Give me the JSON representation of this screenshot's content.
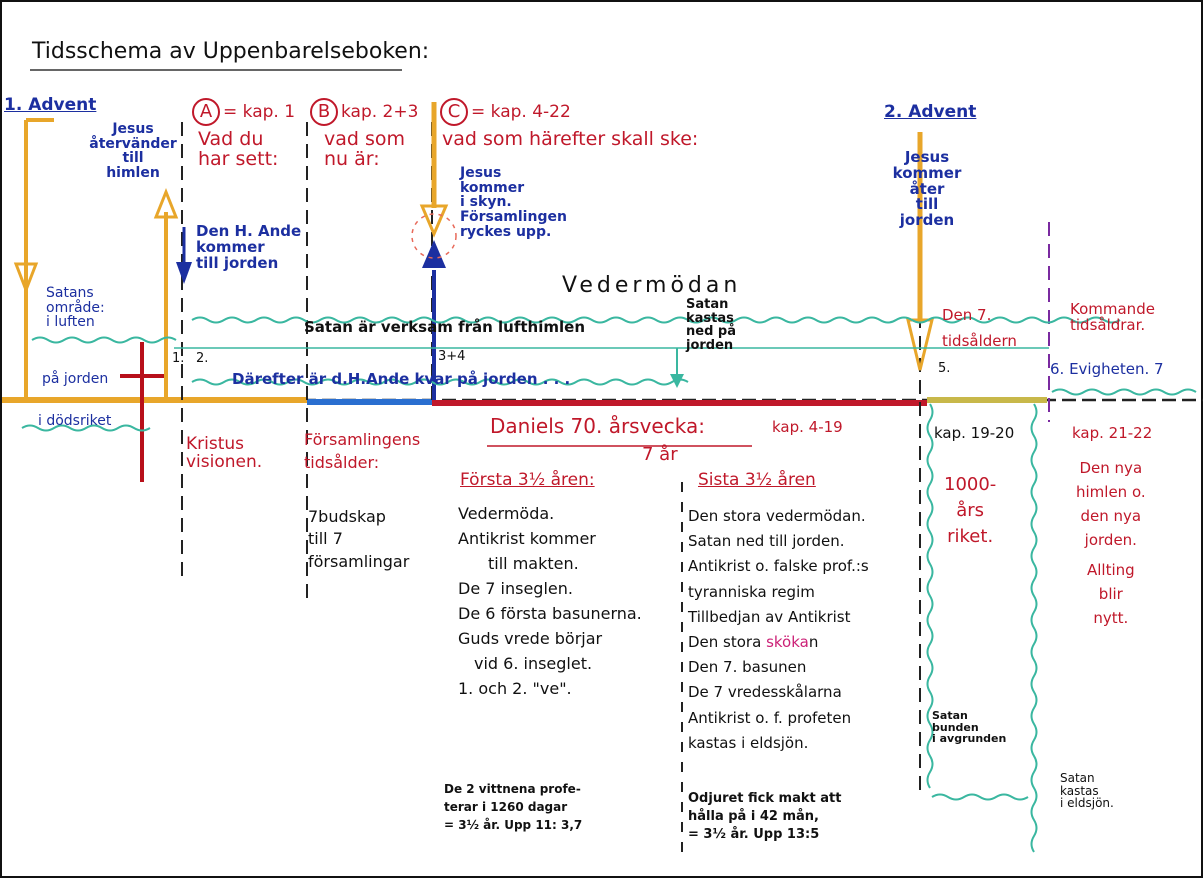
{
  "title": "Tidsschema av Uppenbarelseboken:",
  "advent1": "1. Advent",
  "jesus_return": [
    "Jesus",
    "återvänder",
    "till",
    "himlen"
  ],
  "satans_omrade": [
    "Satans",
    "område:",
    "i luften"
  ],
  "pa_jorden": "på jorden",
  "i_dodsriket": "i dödsriket",
  "sec_a": {
    "letter": "A",
    "ref": "= kap. 1",
    "lines": [
      "Vad du",
      "har sett:"
    ]
  },
  "sec_b": {
    "letter": "B",
    "ref": "kap. 2+3",
    "lines": [
      "vad som",
      "nu är:"
    ]
  },
  "sec_c": {
    "letter": "C",
    "ref": "= kap. 4-22",
    "line": "vad som härefter skall ske:"
  },
  "den_h_ande": [
    "Den H. Ande",
    "kommer",
    "till jorden"
  ],
  "jesus_sky": [
    "Jesus",
    "kommer",
    "i skyn.",
    "Församlingen",
    "ryckes upp."
  ],
  "vedermodan": "Vedermödan",
  "satan_verksam": "Satan är verksam från lufthimlen",
  "satan_kastas_ned": [
    "Satan",
    "kastas",
    "ned på",
    "jorden"
  ],
  "darefter": "Därefter är d.H.Ande kvar på jorden . . .",
  "num_1": "1.",
  "num_2": "2.",
  "num_34": "3+4",
  "num_5": "5.",
  "advent2": "2. Advent",
  "jesus_kommer_ater": [
    "Jesus",
    "kommer",
    "åter",
    "till",
    "jorden"
  ],
  "den7": [
    "Den 7.",
    "tidsåldern"
  ],
  "kommande": [
    "Kommande",
    "tidsåldrar."
  ],
  "evigheten": "6. Evigheten. 7",
  "kristus": [
    "Kristus",
    "visionen."
  ],
  "forsamlingens": [
    "Församlingens",
    "tidsålder:",
    "7budskap",
    "till 7",
    "församlingar"
  ],
  "daniels": "Daniels 70. årsvecka:",
  "daniels_kap": "kap. 4-19",
  "sju_ar": "7 år",
  "forsta_head": "Första 3½ åren:",
  "forsta_items": [
    "Vedermöda.",
    "Antikrist kommer",
    "till makten.",
    "De 7 inseglen.",
    "De 6 första basunerna.",
    "Guds vrede börjar",
    "vid 6. inseglet.",
    "1. och 2. \"ve\"."
  ],
  "forsta_note": [
    "De 2 vittnena profe-",
    "terar i 1260 dagar",
    "= 3½ år. Upp 11: 3,7"
  ],
  "sista_head": "Sista 3½ åren",
  "sista_items": [
    "Den stora vedermödan.",
    "Satan ned till jorden.",
    "Antikrist o. falske prof.:s",
    "tyranniska regim",
    "Tillbedjan av Antikrist"
  ],
  "stora_pre": "Den stora ",
  "stora_pink": "sköka",
  "stora_post": "n",
  "sista_items2": [
    "Den 7. basunen",
    "De 7 vredesskålarna",
    "Antikrist o. f. profeten",
    "kastas i eldsjön."
  ],
  "sista_note": [
    "Odjuret fick makt att",
    "hålla på i 42 mån,",
    "= 3½ år. Upp 13:5"
  ],
  "kap1920": "kap. 19-20",
  "millennium": [
    "1000-",
    "års",
    "riket."
  ],
  "satan_bunden": [
    "Satan",
    "bunden",
    "i avgrunden"
  ],
  "kap2122": "kap. 21-22",
  "nya": [
    "Den nya",
    "himlen o.",
    "den nya",
    "jorden.",
    "Allting",
    "blir",
    "nytt."
  ],
  "satan_eldsjon": [
    "Satan",
    "kastas",
    "i eldsjön."
  ],
  "colors": {
    "blue": "#1c2fa0",
    "red": "#c0182a",
    "orange": "#e8a62a",
    "teal": "#3ab7a0",
    "pink": "#cc2277"
  }
}
